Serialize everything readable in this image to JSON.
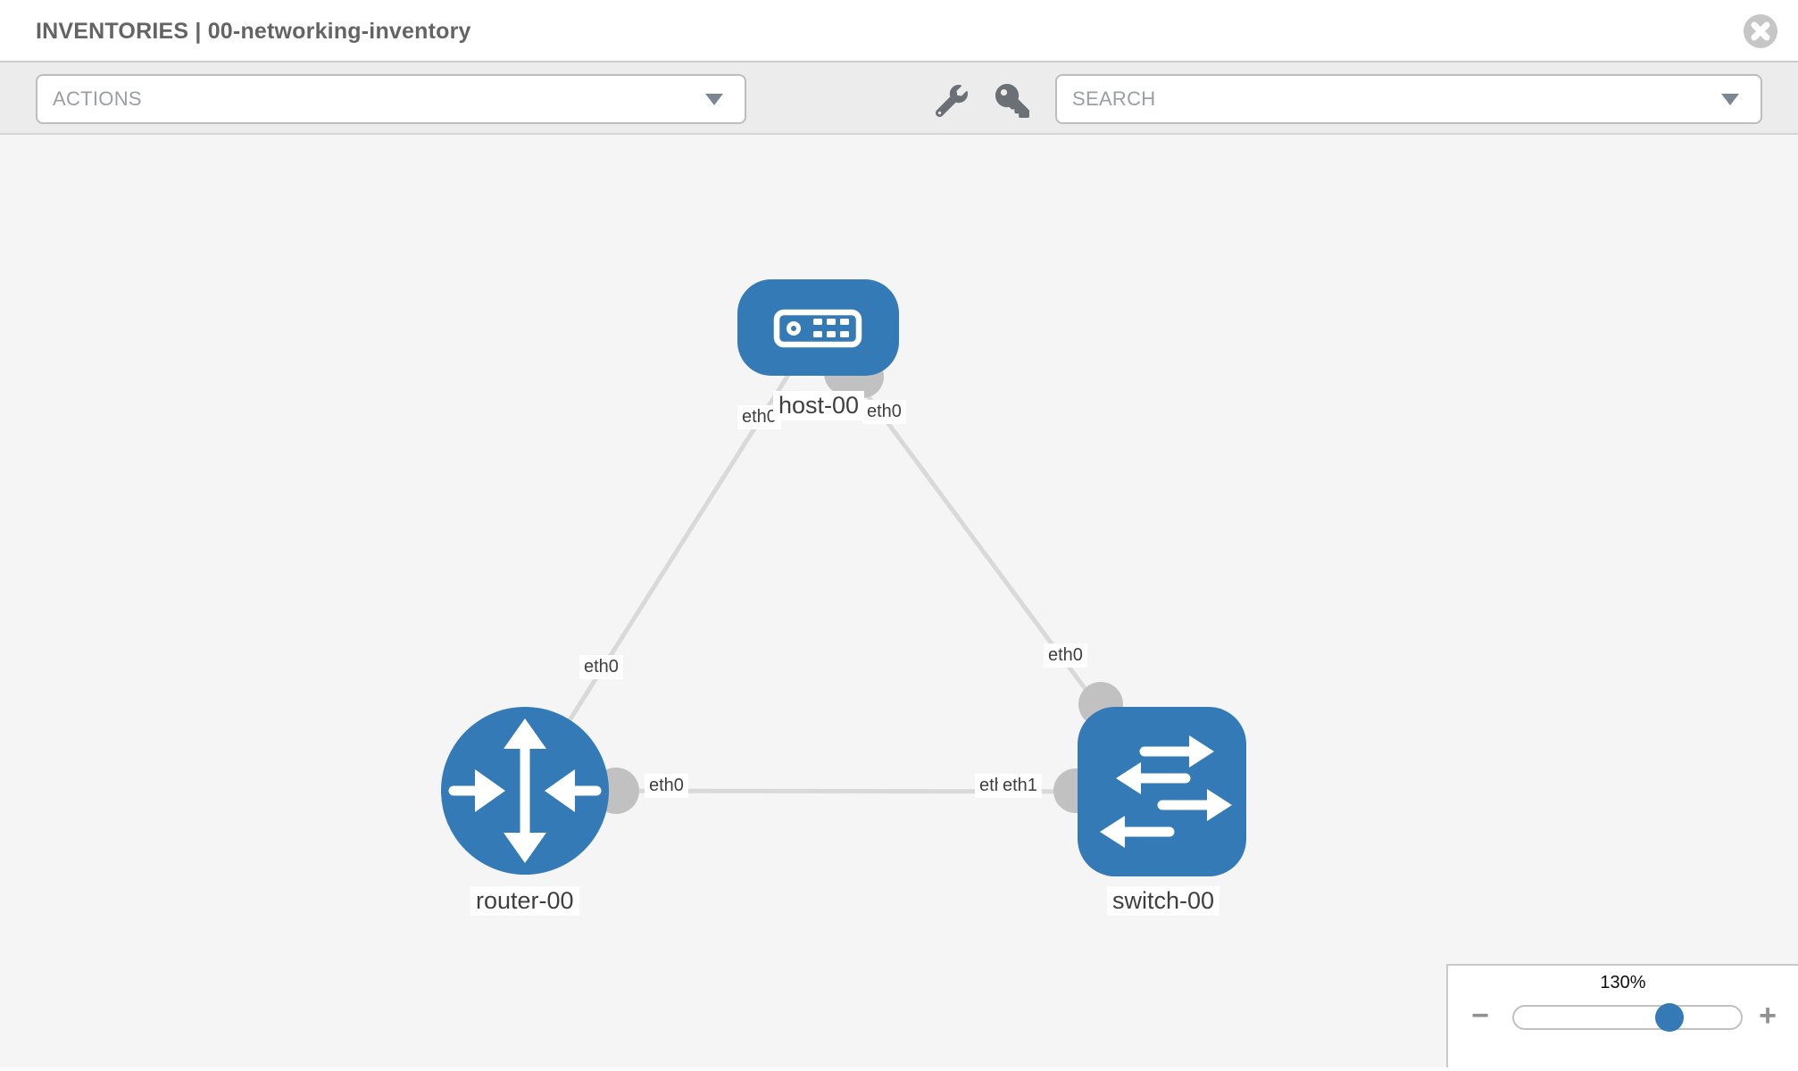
{
  "header": {
    "title": "INVENTORIES | 00-networking-inventory"
  },
  "toolbar": {
    "actions_label": "ACTIONS",
    "search_label": "SEARCH",
    "icon_names": [
      "wrench-icon",
      "key-icon",
      "caret-down-icon",
      "close-icon"
    ]
  },
  "topology": {
    "nodes": [
      {
        "id": "host-00",
        "label": "host-00",
        "type": "host"
      },
      {
        "id": "router-00",
        "label": "router-00",
        "type": "router"
      },
      {
        "id": "switch-00",
        "label": "switch-00",
        "type": "switch"
      }
    ],
    "links": [
      {
        "from": "host-00",
        "to": "router-00",
        "from_interface": "eth0",
        "to_interface": "eth0"
      },
      {
        "from": "host-00",
        "to": "switch-00",
        "from_interface": "eth0",
        "to_interface": "eth0"
      },
      {
        "from": "router-00",
        "to": "switch-00",
        "from_interface": "eth0",
        "to_interface": "eth1"
      }
    ],
    "interfaces": {
      "host_side_left": "eth0",
      "host_side_right": "eth0",
      "router_side_uplink": "eth0",
      "switch_side_uplink": "eth0",
      "router_side_lan": "eth0",
      "switch_side_lan_hidden": "eth0",
      "switch_side_lan": "eth1"
    },
    "colors": {
      "node_blue": "#337ab7",
      "link_gray": "#d9d9d9",
      "connector_gray": "#c1c1c1",
      "canvas_bg": "#f5f5f5"
    }
  },
  "zoom_control": {
    "value": "130%",
    "minus_label": "−",
    "plus_label": "+"
  }
}
